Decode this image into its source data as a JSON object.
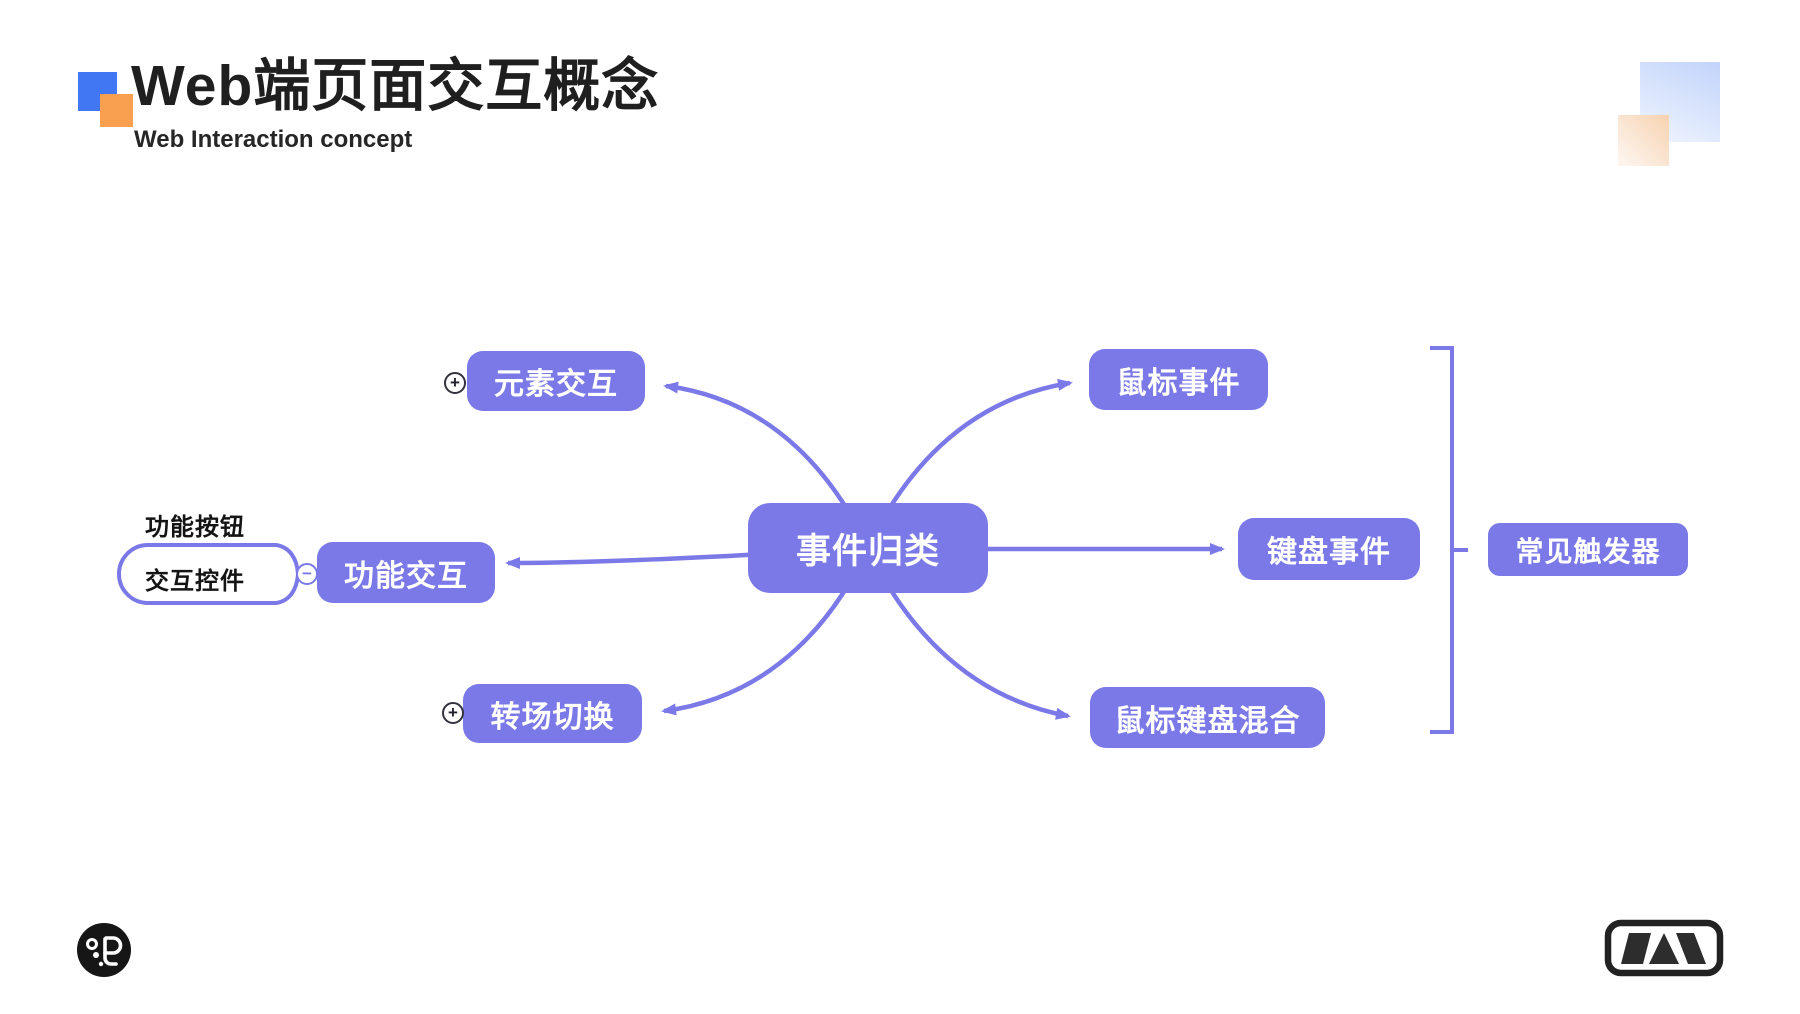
{
  "slide": {
    "title": "Web端页面交互概念",
    "subtitle": "Web Interaction concept"
  },
  "mindmap": {
    "center": {
      "label": "事件归类"
    },
    "branches": {
      "element": {
        "label": "元素交互"
      },
      "function": {
        "label": "功能交互"
      },
      "transition": {
        "label": "转场切换"
      },
      "mouse": {
        "label": "鼠标事件"
      },
      "keyboard": {
        "label": "键盘事件"
      },
      "mixed": {
        "label": "鼠标键盘混合"
      },
      "trigger_group": {
        "label": "常见触发器"
      }
    },
    "function_children": {
      "top": {
        "label": "功能按钮"
      },
      "bottom": {
        "label": "交互控件"
      }
    },
    "expanders": {
      "plus": "+",
      "minus": "−"
    }
  },
  "colors": {
    "accent_purple": "#7B79E8",
    "brand_blue": "#4277F4",
    "brand_orange": "#F9A050",
    "title_text": "#1F1F1F"
  },
  "icons": {
    "header_marker": "overlapping-squares",
    "bottom_left": "bubble-e-logo",
    "bottom_right": "mountain-badge-logo"
  }
}
